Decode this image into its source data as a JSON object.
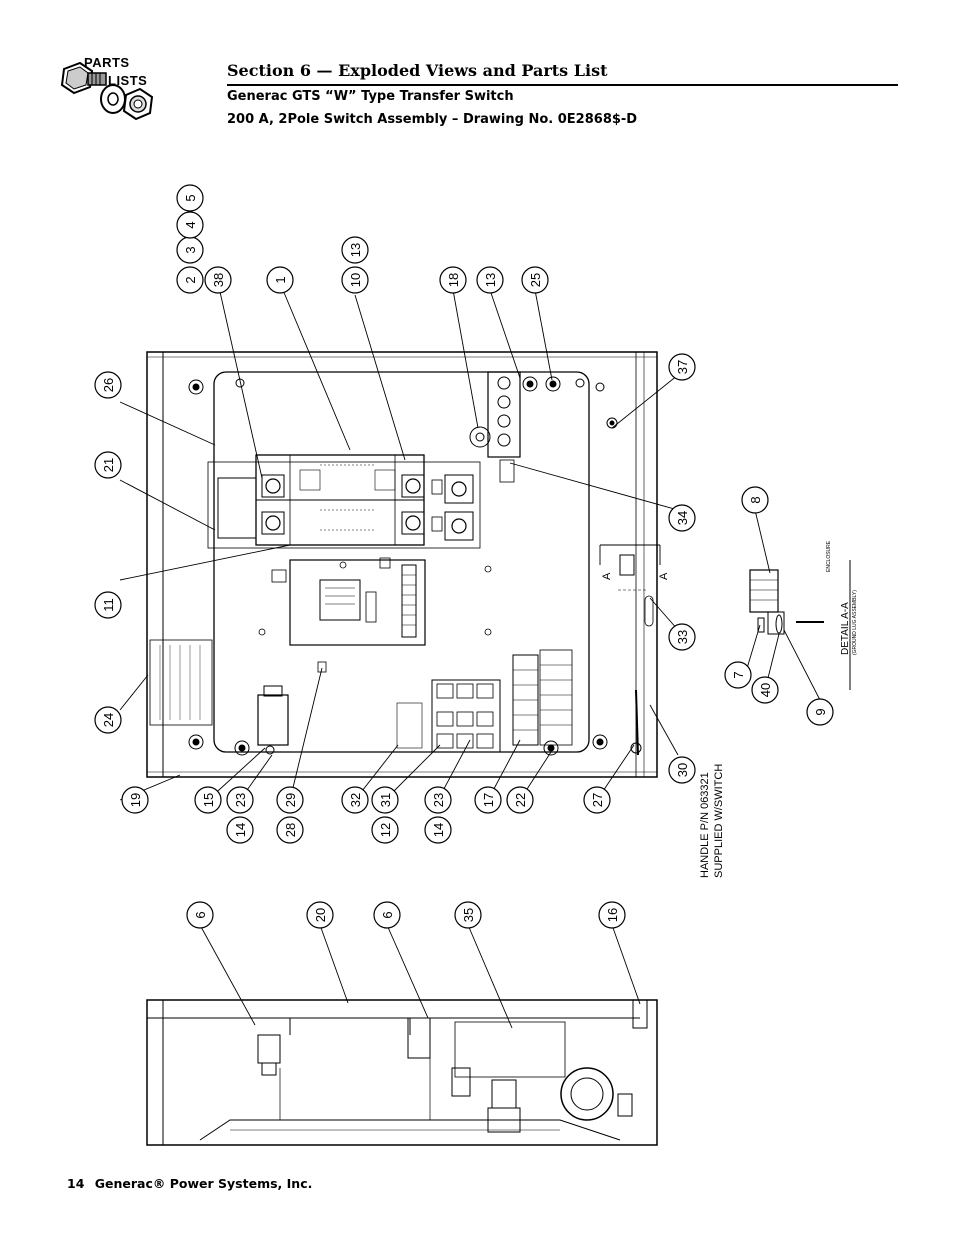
{
  "header": {
    "logo_line1": "PARTS",
    "logo_line2": "LISTS",
    "section_title": "Section 6 — Exploded Views and Parts List",
    "subtitle1": "Generac GTS “W” Type Transfer Switch",
    "subtitle2": "200 A, 2Pole Switch Assembly – Drawing No. 0E2868$-D"
  },
  "callouts_top": [
    "2",
    "3",
    "4",
    "5",
    "38",
    "1",
    "10",
    "13",
    "18",
    "13",
    "25",
    "26",
    "21",
    "11",
    "24",
    "19",
    "15",
    "14",
    "23",
    "28",
    "29",
    "32",
    "12",
    "31",
    "14",
    "23",
    "17",
    "22",
    "27",
    "30",
    "37",
    "34",
    "33",
    "8",
    "7",
    "40",
    "9"
  ],
  "callouts_bottom": [
    "6",
    "20",
    "6",
    "35",
    "16"
  ],
  "labels": {
    "handle_note_line1": "HANDLE P/N 063321",
    "handle_note_line2": "SUPPLIED W/SWITCH",
    "detail": "DETAIL A-A",
    "detail_sub": "(GROUND LUG ASSEMBLY)",
    "enclosure": "ENCLOSURE",
    "section_a": "A"
  },
  "footer": {
    "page_number": "14",
    "company": "Generac® Power Systems, Inc."
  }
}
